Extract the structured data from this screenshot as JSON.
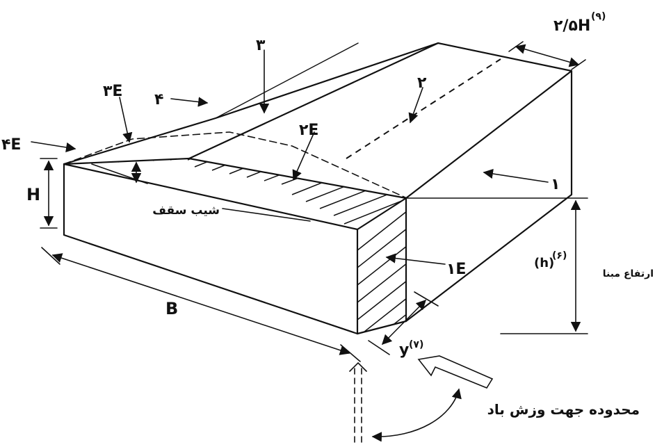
{
  "labels": {
    "zone_4e": "۴E",
    "zone_3e": "۳E",
    "zone_2e": "۲E",
    "zone_1e": "۱E",
    "side_4": "۴",
    "side_3": "۳",
    "side_2": "۲",
    "side_1": "۱",
    "dim_h_cap": "H",
    "dim_b": "B",
    "dim_h_small": "(h)",
    "dim_h_small_note": "(۶)",
    "dim_y": "y",
    "dim_y_note": "(۷)",
    "dim_25h": "۲/۵H",
    "dim_25h_note": "(۹)",
    "roof_slope": "شیب سقف",
    "base_height": "ارتفاع مبنا",
    "wind_range": "محدوده جهت وزش باد"
  },
  "colors": {
    "ink": "#111111",
    "paper": "#ffffff"
  }
}
